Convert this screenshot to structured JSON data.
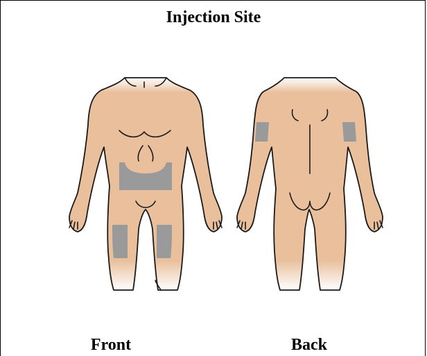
{
  "title": "Injection Site",
  "labels": {
    "front": "Front",
    "back": "Back"
  },
  "colors": {
    "skin": "#e9bf9c",
    "injection_site": "#9a9a9a",
    "outline": "#1a1a1a"
  }
}
